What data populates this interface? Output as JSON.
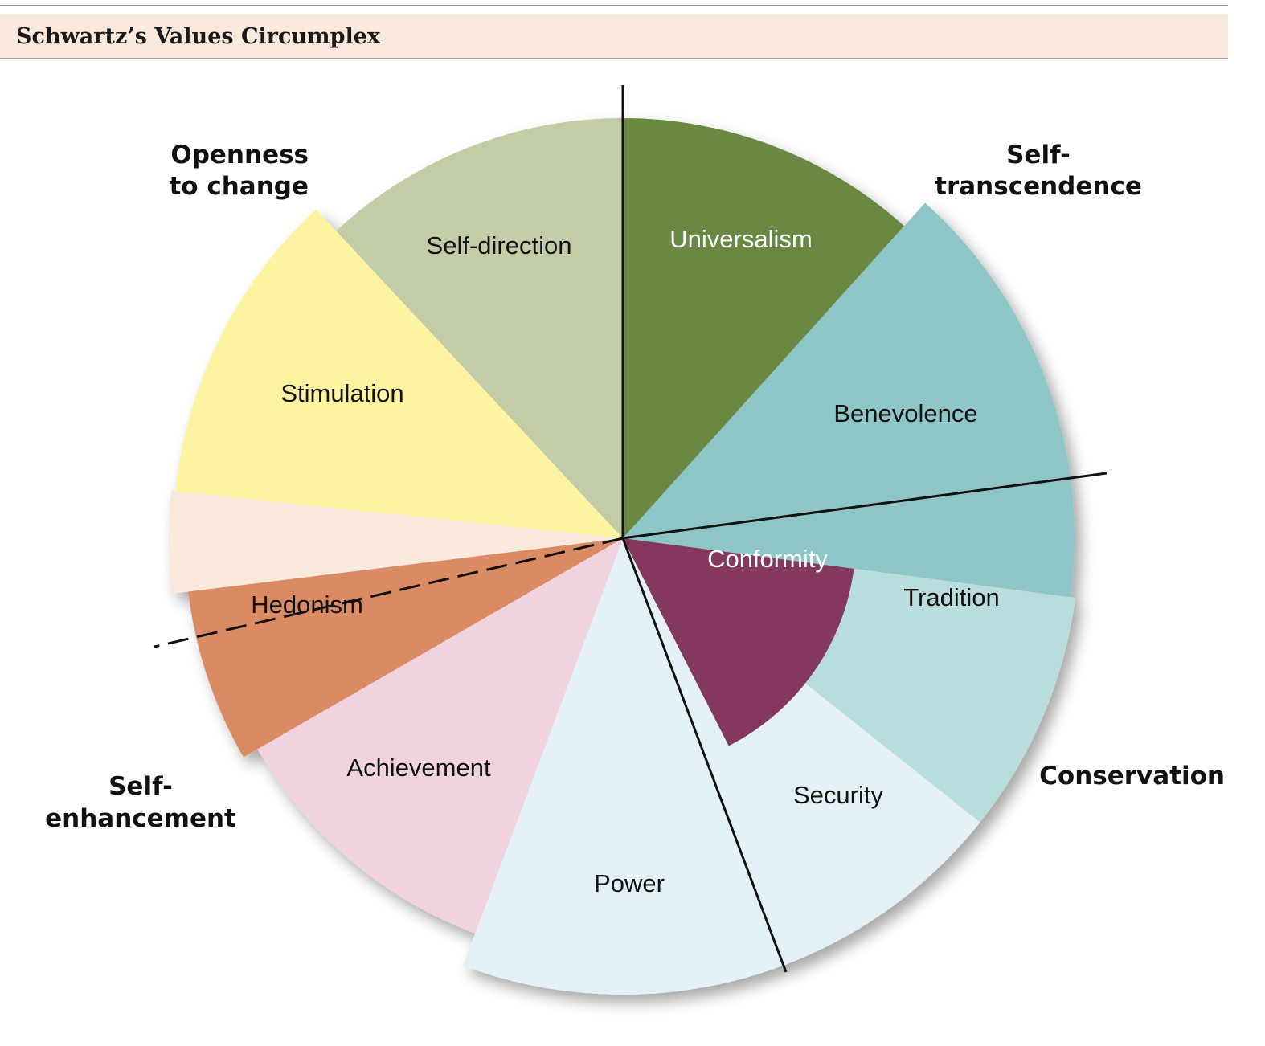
{
  "title": "Schwartz’s Values Circumplex",
  "slices": [
    {
      "name": "Universalism",
      "color": "#698843",
      "text_color": "#ffffff"
    },
    {
      "name": "Benevolence",
      "color": "#8ec5c7",
      "text_color": "#111111"
    },
    {
      "name": "Conformity",
      "color": "#84395d",
      "text_color": "#ffffff"
    },
    {
      "name": "Tradition",
      "color": "#b9dcdc",
      "text_color": "#111111"
    },
    {
      "name": "Security",
      "color": "#e3f0f6",
      "text_color": "#111111"
    },
    {
      "name": "Power",
      "color": "#f0d3de",
      "text_color": "#111111"
    },
    {
      "name": "Achievement",
      "color": "#db8b63",
      "text_color": "#111111"
    },
    {
      "name": "Hedonism",
      "color": "#f9e8dc",
      "text_color": "#111111"
    },
    {
      "name": "Stimulation",
      "color": "#fdf4a2",
      "text_color": "#111111"
    },
    {
      "name": "Self-direction",
      "color": "#c2cca6",
      "text_color": "#111111"
    }
  ],
  "groups": [
    {
      "lines": [
        "Openness",
        "to change"
      ]
    },
    {
      "lines": [
        "Self-",
        "transcendence"
      ]
    },
    {
      "lines": [
        "Conservation"
      ]
    },
    {
      "lines": [
        "Self-",
        "enhancement"
      ]
    }
  ]
}
